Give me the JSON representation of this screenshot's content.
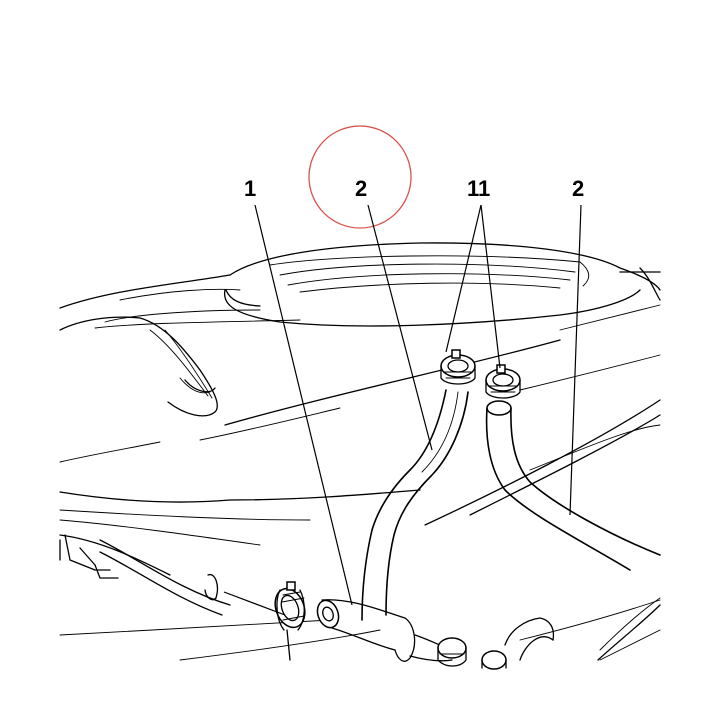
{
  "diagram": {
    "callouts": [
      {
        "id": "1",
        "label": "1"
      },
      {
        "id": "2a",
        "label": "2"
      },
      {
        "id": "11",
        "label": "11"
      },
      {
        "id": "2b",
        "label": "2"
      }
    ],
    "highlight_color": "#d9534f",
    "line_color": "#000000"
  }
}
